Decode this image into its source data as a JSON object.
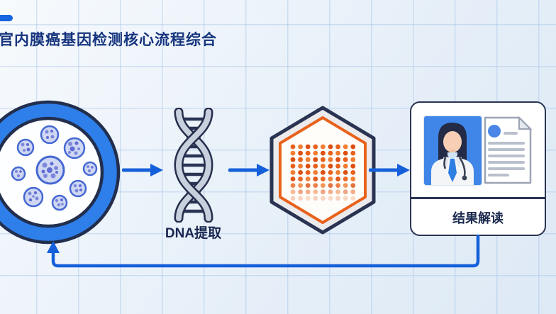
{
  "page": {
    "title": "官内膜癌基因检测核心流程综合"
  },
  "flow": {
    "steps": [
      {
        "id": "tissue-sample",
        "icon": "petri-dish-cells-icon",
        "label": ""
      },
      {
        "id": "dna-extraction",
        "icon": "dna-helix-icon",
        "label": "DNA提取"
      },
      {
        "id": "gene-chip-assay",
        "icon": "hexagon-gene-chip-icon",
        "label": ""
      },
      {
        "id": "result-interpretation",
        "icon": "doctor-report-icon",
        "label": "结果解读"
      }
    ],
    "connectors": [
      "arrow-right",
      "arrow-right",
      "arrow-right",
      "feedback-loop-return"
    ]
  },
  "colors": {
    "accent_blue": "#1560da",
    "petri_ring_blue": "#2e7fe9",
    "outline_navy": "#27324e",
    "chip_orange": "#e8611b",
    "cell_lavender": "#cfd7f3",
    "cell_border_blue": "#4568d2",
    "title_navy": "#16357e",
    "doctor_photo_blue": "#3f86e8",
    "report_line_gray": "#b9c0cc",
    "background_blue": "#e4eef8"
  }
}
